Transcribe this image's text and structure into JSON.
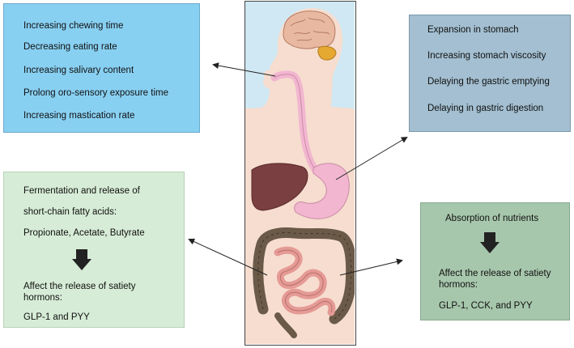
{
  "mouth_box": {
    "lines": [
      "Increasing chewing time",
      "Decreasing eating rate",
      "Increasing salivary content",
      "Prolong oro-sensory exposure time",
      "Increasing mastication rate"
    ]
  },
  "stomach_box": {
    "lines": [
      "Expansion in stomach",
      "Increasing stomach viscosity",
      "Delaying the gastric emptying",
      "Delaying in gastric digestion"
    ]
  },
  "colon_box": {
    "lines": [
      "Fermentation and release of",
      "short-chain fatty acids:",
      "Propionate, Acetate, Butyrate"
    ],
    "after_lines": [
      "Affect the release of satiety",
      "hormons:",
      "GLP-1 and PYY"
    ]
  },
  "intestine_box": {
    "lines": [
      "Absorption of nutrients"
    ],
    "after_lines": [
      "Affect the release of satiety",
      "hormons:",
      "GLP-1, CCK, and PYY"
    ]
  },
  "colors": {
    "mouth_box": "#88d0f2",
    "stomach_box": "#a3bfd1",
    "colon_box": "#d6ecd6",
    "intestine_box": "#a7c7ac",
    "digestive_tract": "#f2b6d0",
    "liver": "#7a3f40",
    "brain": "#e8b9a0",
    "colon": "#6b5a48",
    "small_intestine": "#e59a95"
  }
}
